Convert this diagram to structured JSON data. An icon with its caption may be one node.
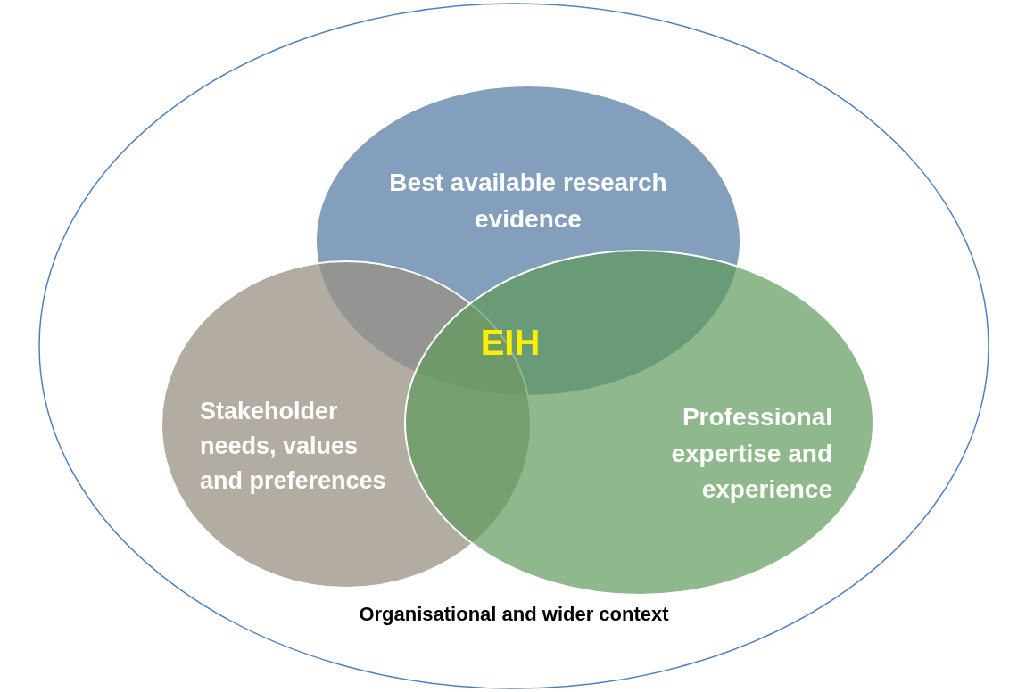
{
  "diagram": {
    "nodes": [
      {
        "text": [
          "Organisational and wider context"
        ]
      },
      {
        "text": [
          "Best available research evidence"
        ],
        "in": 0
      },
      {
        "text": [
          "Stakeholder needs, values and preferences"
        ],
        "in": 0
      },
      {
        "text": [
          "Professional expertise and experience"
        ],
        "in": 0
      }
    ],
    "edges": [],
    "labels": [
      "EIH"
    ]
  }
}
